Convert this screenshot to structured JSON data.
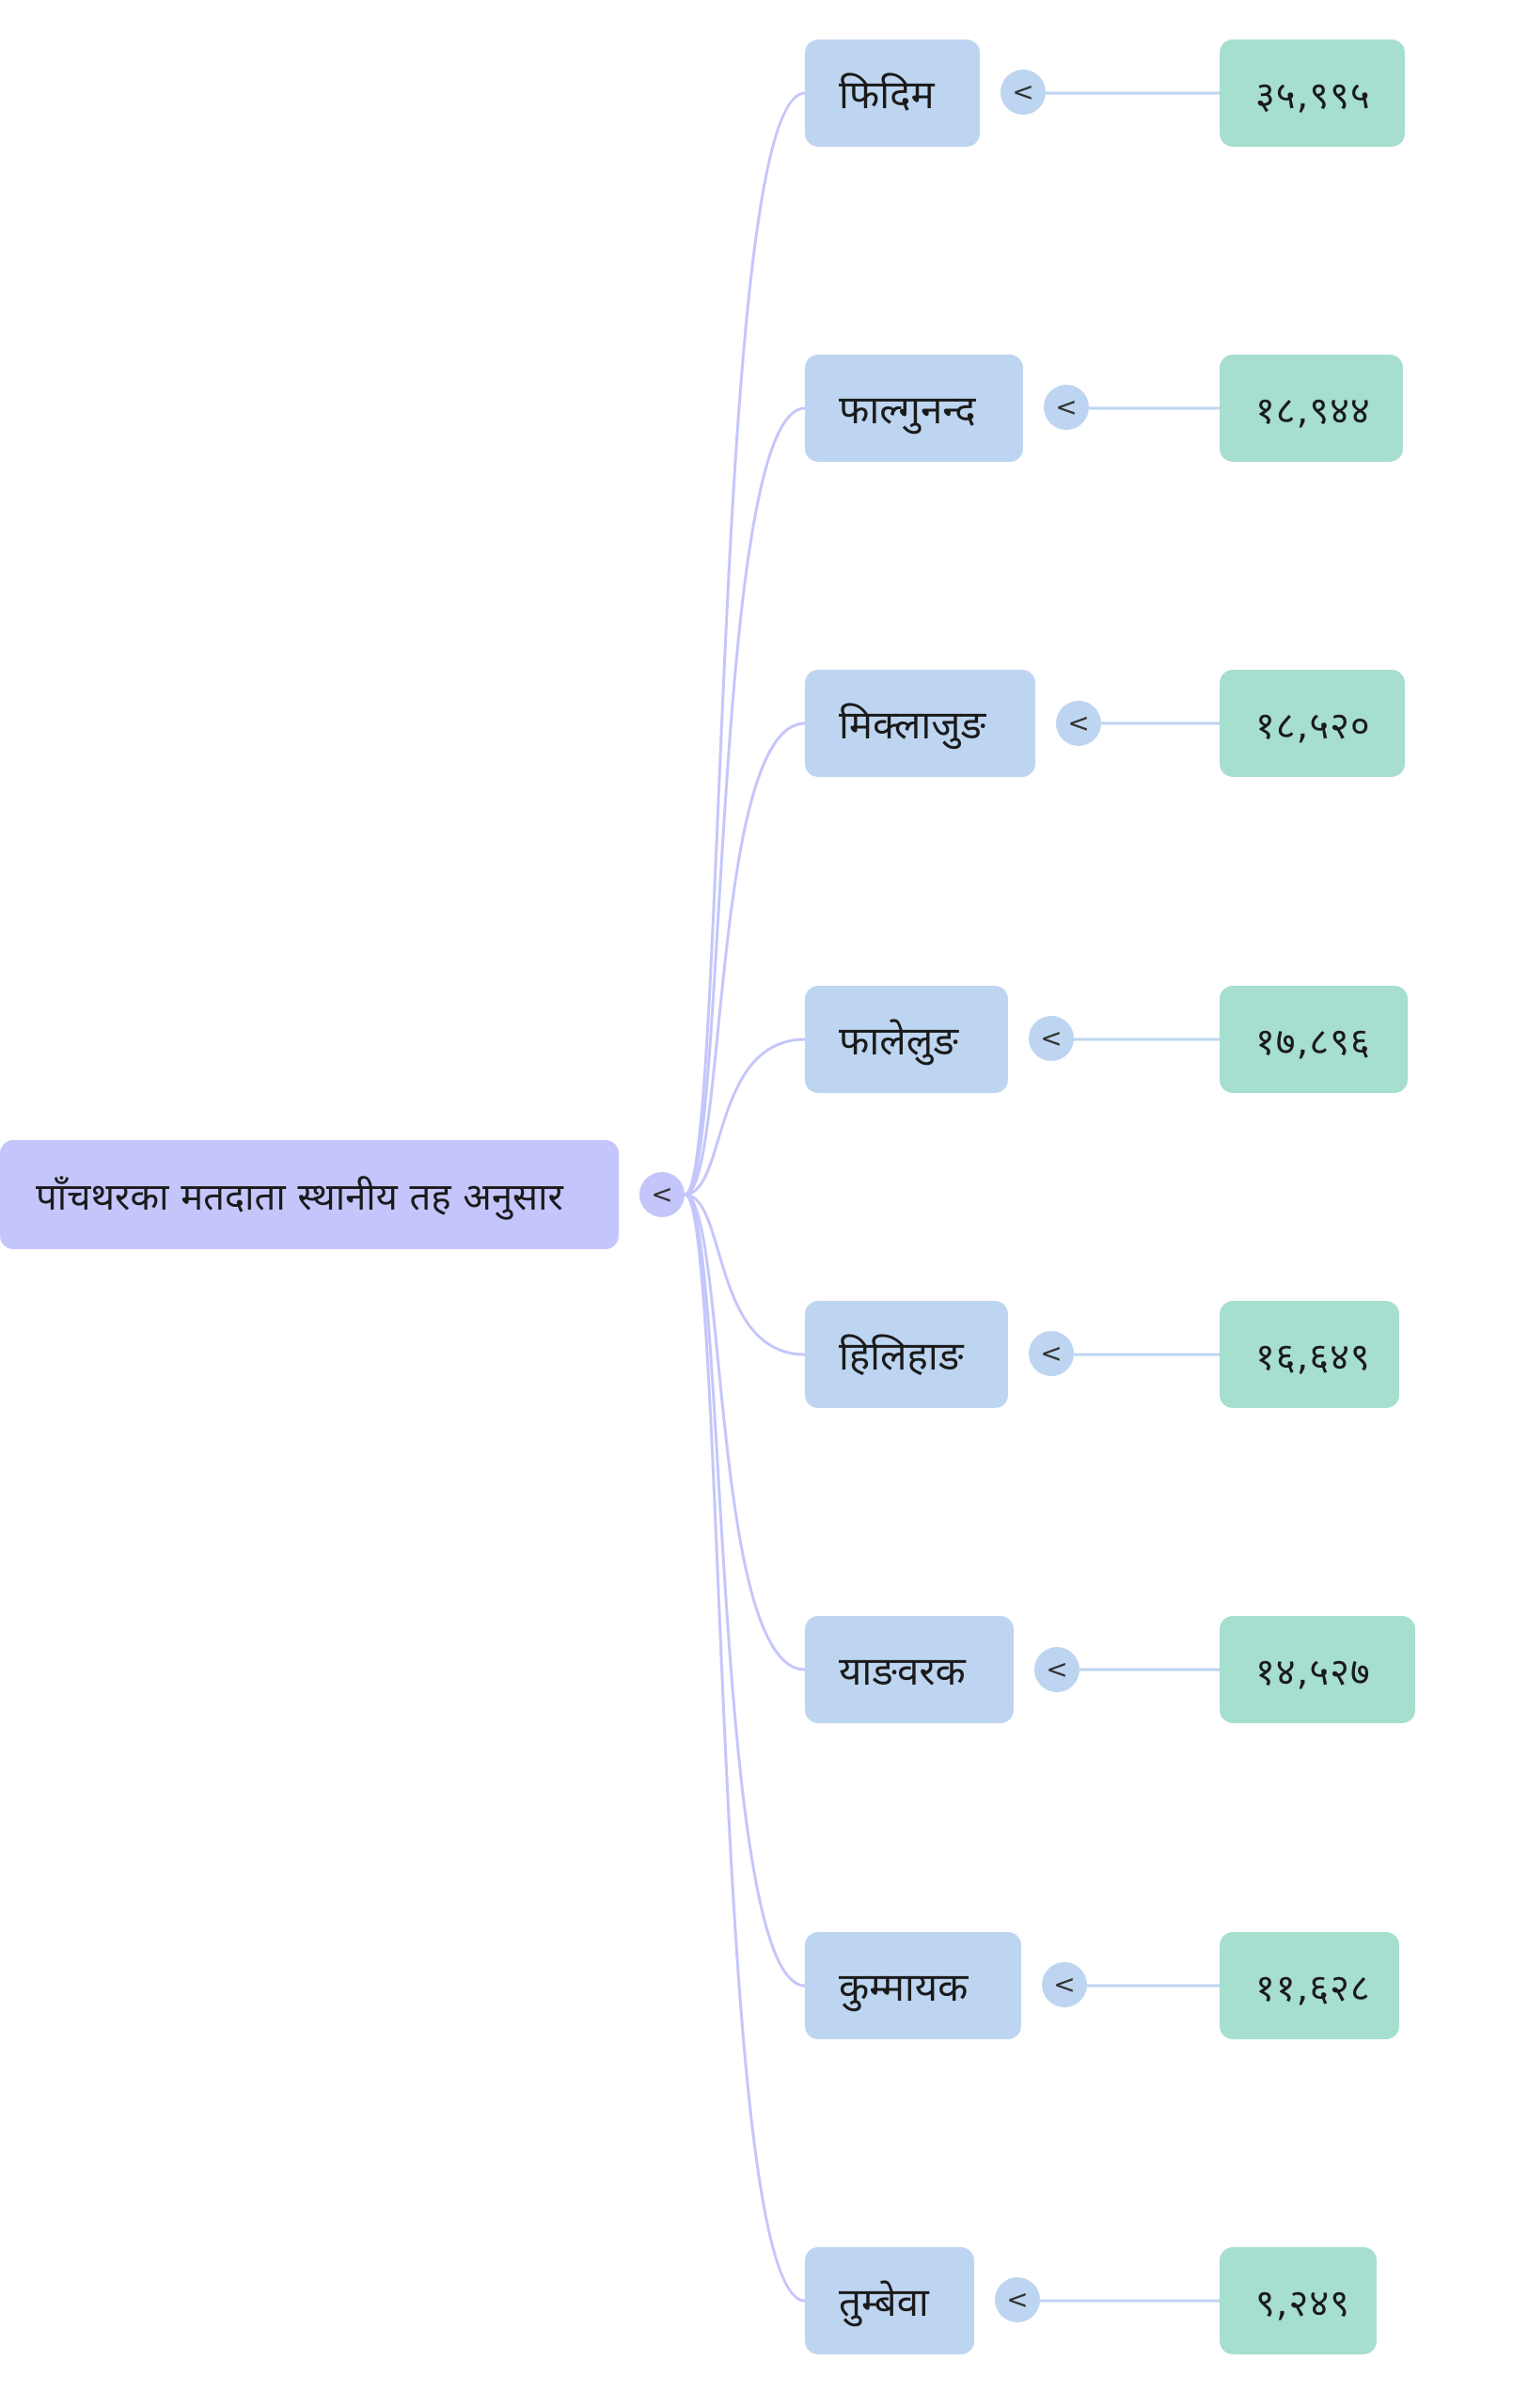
{
  "root": {
    "label": "पाँचथरका मतदाता स्थानीय तह अनुसार",
    "toggle_symbol": "<"
  },
  "branches": [
    {
      "label": "फिदिम",
      "value": "३५,९९५",
      "toggle_symbol": "<"
    },
    {
      "label": "फाल्गुनन्द",
      "value": "१८,९४४",
      "toggle_symbol": "<"
    },
    {
      "label": "मिक्लाजुङ",
      "value": "१८,५२०",
      "toggle_symbol": "<"
    },
    {
      "label": "फालेलुङ",
      "value": "१७,८९६",
      "toggle_symbol": "<"
    },
    {
      "label": "हिलिहाङ",
      "value": "१६,६४९",
      "toggle_symbol": "<"
    },
    {
      "label": "याङवरक",
      "value": "१४,५२७",
      "toggle_symbol": "<"
    },
    {
      "label": "कुम्मायक",
      "value": "११,६२८",
      "toggle_symbol": "<"
    },
    {
      "label": "तुम्बेवा",
      "value": "९,२४९",
      "toggle_symbol": "<"
    }
  ],
  "colors": {
    "root_fill": "#c4c6fb",
    "branch_fill": "#bdd5f0",
    "value_fill": "#a6ded0",
    "root_link": "#c4c6fb",
    "branch_link": "#bdd5f0"
  }
}
